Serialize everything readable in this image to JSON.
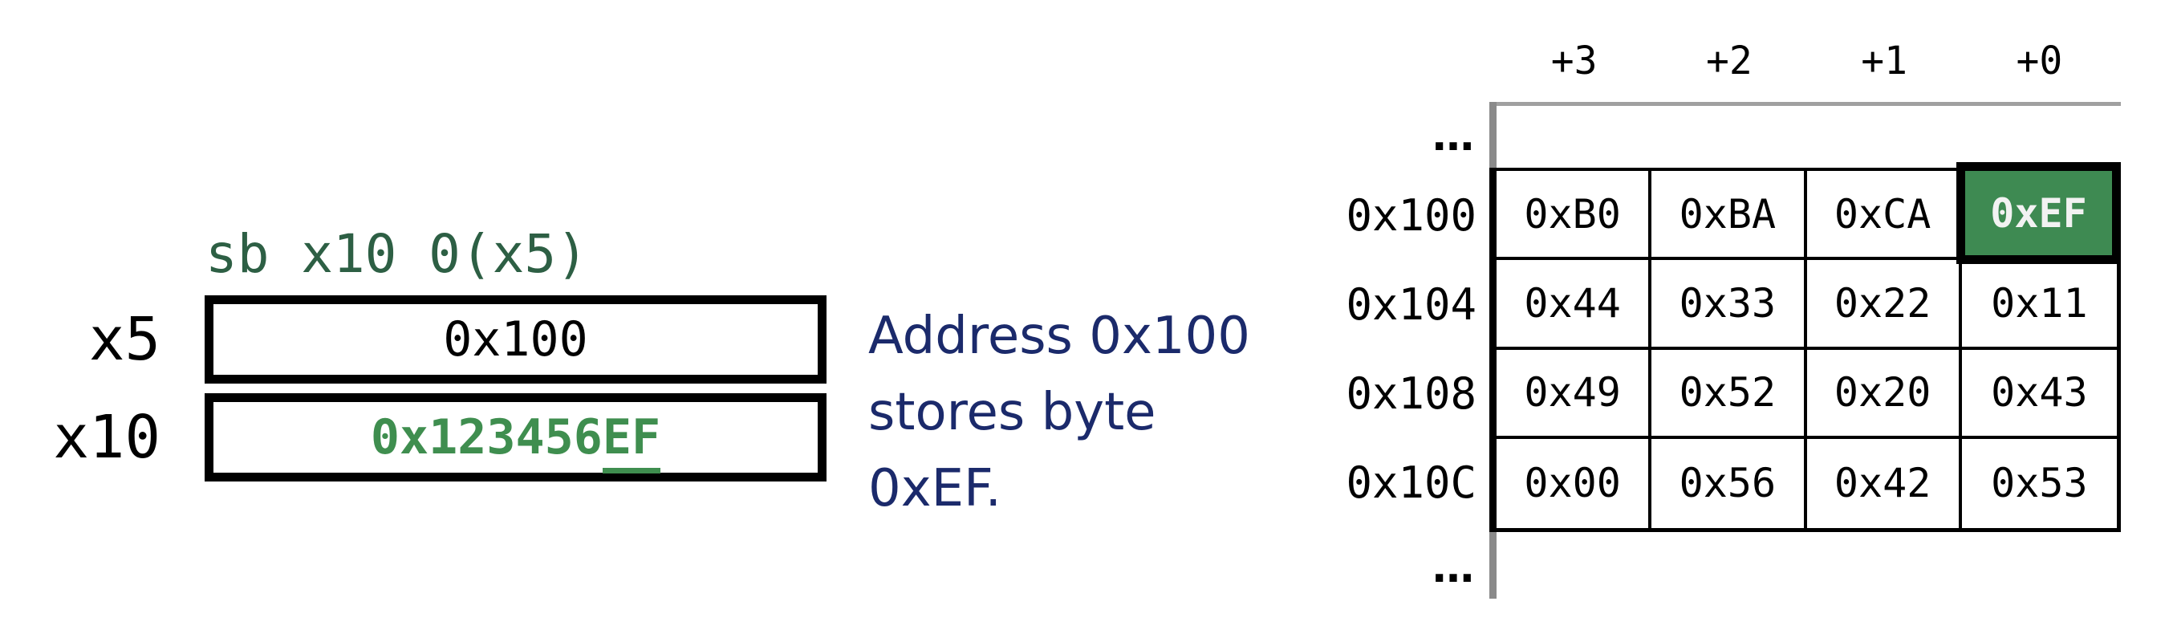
{
  "colors": {
    "instruction_green": "#2d5f44",
    "register_value_green": "#3f8e4f",
    "highlight_bg_green": "#3e8a52",
    "highlight_text": "#f2f2f2",
    "caption_blue": "#1b2a6b",
    "gray_line": "#a0a0a0",
    "gray_line_dark": "#8a8a8a"
  },
  "instruction": {
    "text": "sb x10 0(x5)"
  },
  "registers": [
    {
      "name": "x5",
      "value": "0x100"
    },
    {
      "name": "x10",
      "value_prefix": "0x123456",
      "value_suffix": "EF"
    }
  ],
  "caption": {
    "text": "Address 0x100\nstores byte\n0xEF."
  },
  "memory": {
    "col_headers": [
      "+3",
      "+2",
      "+1",
      "+0"
    ],
    "ellipsis_top": "…",
    "ellipsis_bottom": "…",
    "rows": [
      {
        "label": "0x100",
        "cells": [
          "0xB0",
          "0xBA",
          "0xCA",
          "0xEF"
        ]
      },
      {
        "label": "0x104",
        "cells": [
          "0x44",
          "0x33",
          "0x22",
          "0x11"
        ]
      },
      {
        "label": "0x108",
        "cells": [
          "0x49",
          "0x52",
          "0x20",
          "0x43"
        ]
      },
      {
        "label": "0x10C",
        "cells": [
          "0x00",
          "0x56",
          "0x42",
          "0x53"
        ]
      }
    ],
    "highlight": {
      "row_label": "0x100",
      "col_header": "+0",
      "value": "0xEF"
    }
  }
}
